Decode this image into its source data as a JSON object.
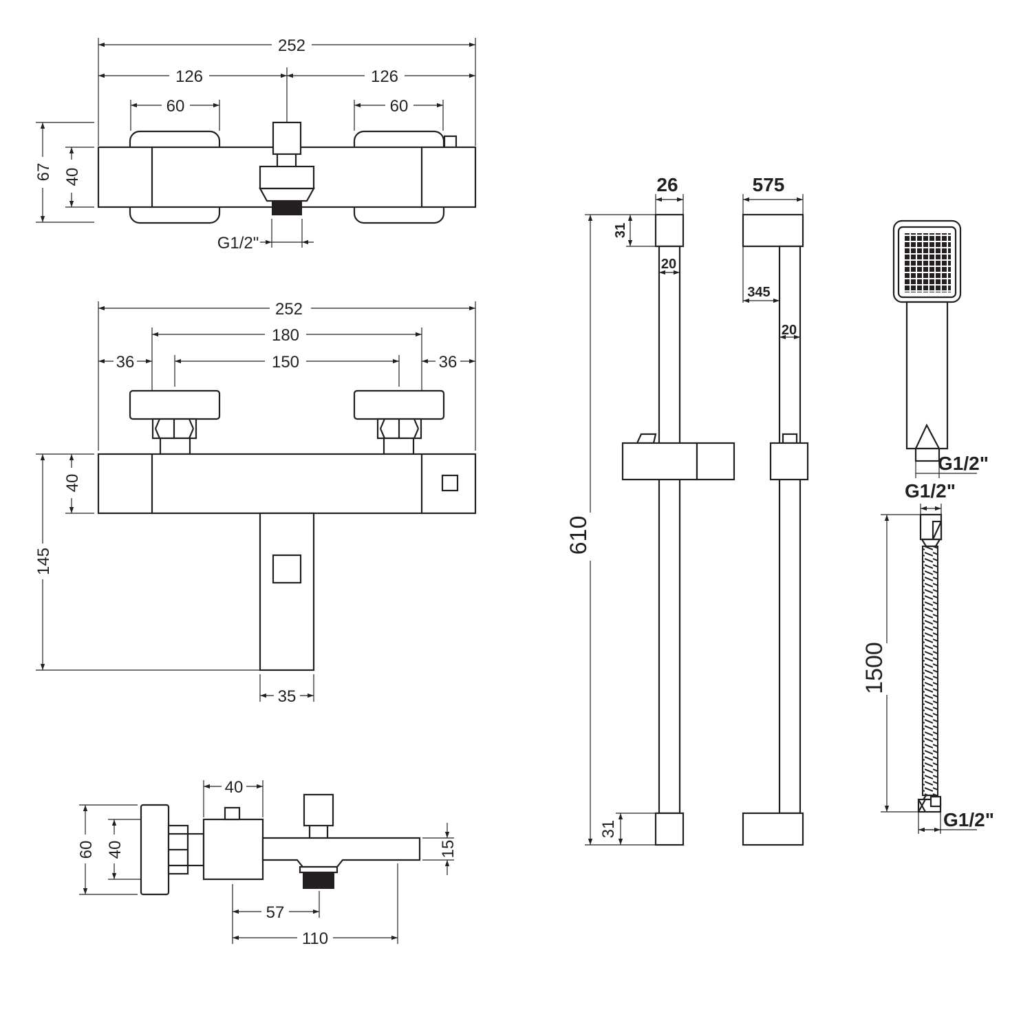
{
  "labels": {
    "top_total_width": "252",
    "top_half_left": "126",
    "top_half_right": "126",
    "top_handle_left": "60",
    "top_handle_right": "60",
    "top_depth_total": "67",
    "top_body_height": "40",
    "top_thread": "G1/2\"",
    "front_total_width": "252",
    "front_handle_spacing_outer": "180",
    "front_handle_spacing_inner": "150",
    "front_offset_left": "36",
    "front_offset_right": "36",
    "front_body_height": "40",
    "front_total_height": "145",
    "front_spout_width": "35",
    "side_body_width": "40",
    "side_total_height": "60",
    "side_body_height": "40",
    "side_spout_thickness": "15",
    "side_outlet_offset": "57",
    "side_projection": "110",
    "rail_width": "26",
    "rail_bracket_height_top": "31",
    "rail_bar_width": "20",
    "rail_length": "610",
    "rail_bracket_height_bottom": "31",
    "rail_side_width": "575",
    "rail_side_offset": "345",
    "rail_side_bar": "20",
    "handset_thread": "G1/2\"",
    "hose_thread_top": "G1/2\"",
    "hose_length": "1500",
    "hose_thread_bottom": "G1/2\""
  }
}
